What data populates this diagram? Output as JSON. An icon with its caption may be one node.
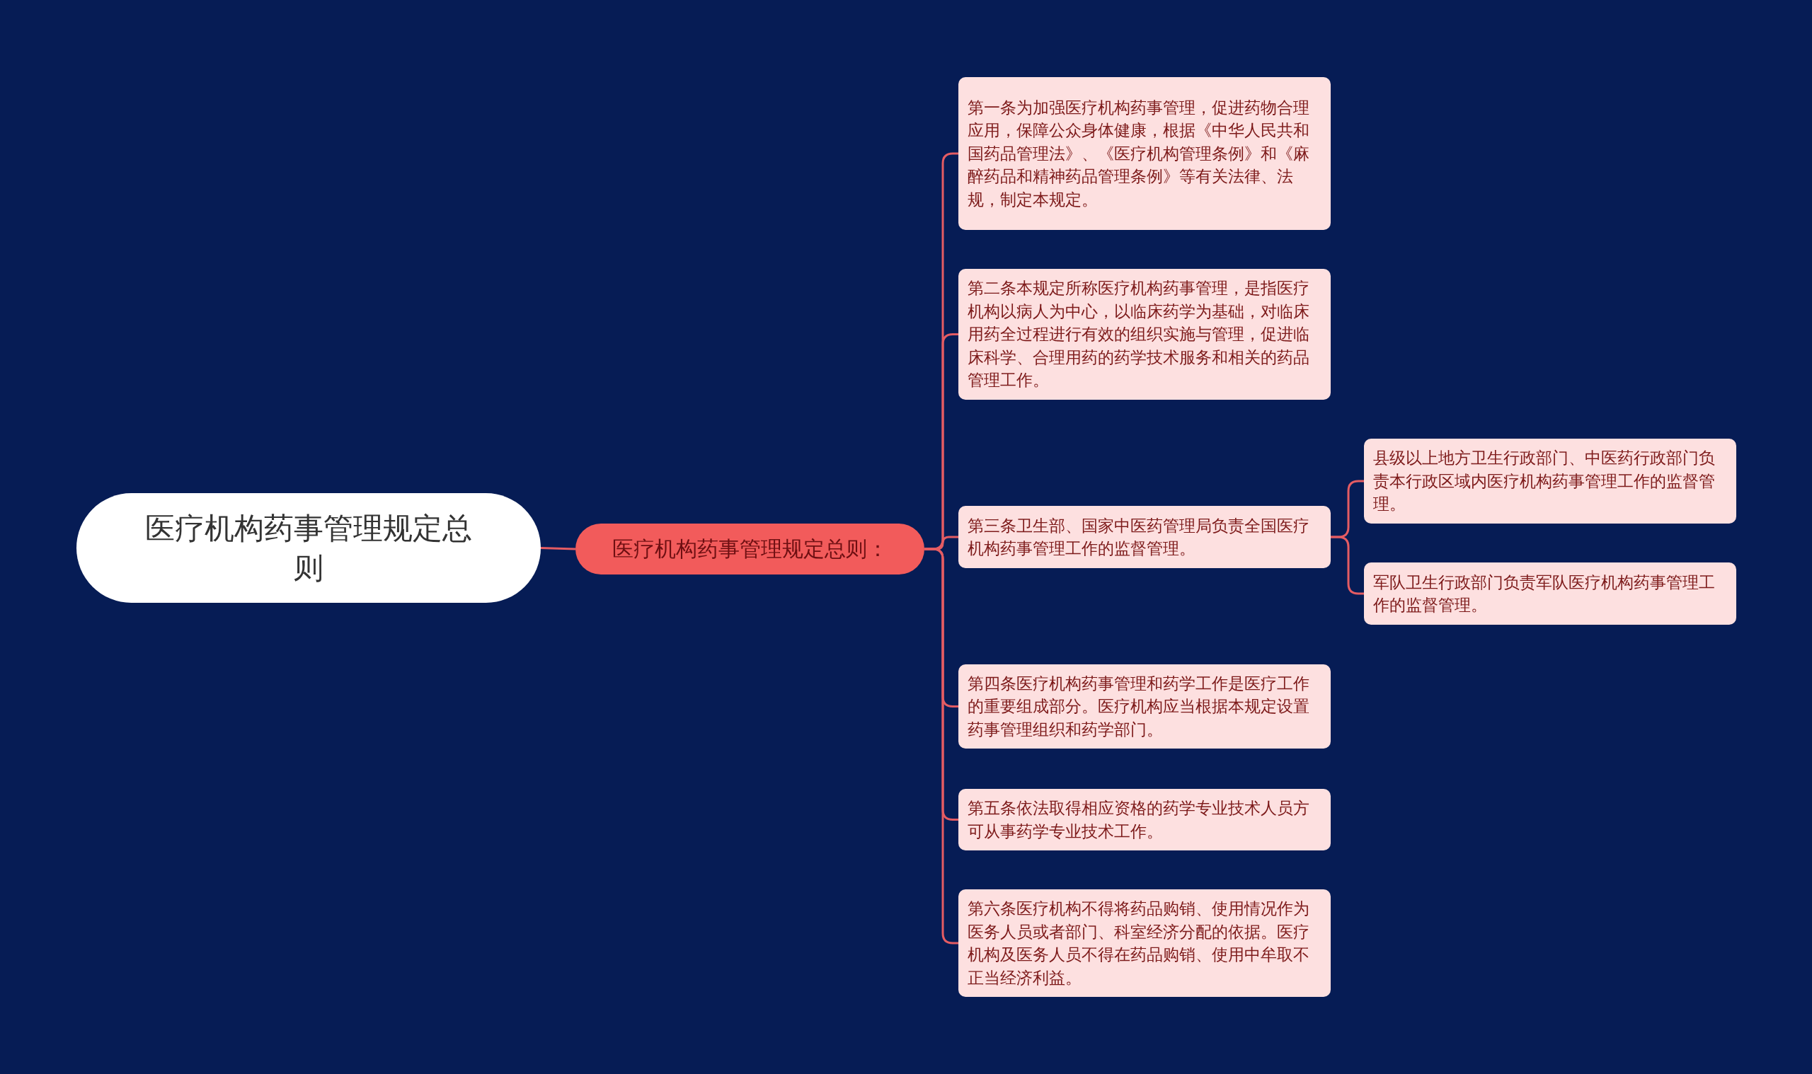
{
  "diagram": {
    "nodes": [
      {
        "text": [
          "医疗机构药事管理规定总则"
        ]
      },
      {
        "text": [
          "医疗机构药事管理规定总则："
        ]
      },
      {
        "text": [
          "第一条为加强医疗机构药事管理，促进药物合理应用，保障公众身体健康，根据《中华人民共和国药品管理法》、《医疗机构管理条例》和《麻醉药品和精神药品管理条例》等有关法律、法规，制定本规定。"
        ]
      },
      {
        "text": [
          "第二条本规定所称医疗机构药事管理，是指医疗机构以病人为中心，以临床药学为基础，对临床用药全过程进行有效的组织实施与管理，促进临床科学、合理用药的药学技术服务和相关的药品管理工作。"
        ]
      },
      {
        "text": [
          "第三条卫生部、国家中医药管理局负责全国医疗机构药事管理工作的监督管理。"
        ]
      },
      {
        "text": [
          "县级以上地方卫生行政部门、中医药行政部门负责本行政区域内医疗机构药事管理工作的监督管理。"
        ]
      },
      {
        "text": [
          "军队卫生行政部门负责军队医疗机构药事管理工作的监督管理。"
        ]
      },
      {
        "text": [
          "第四条医疗机构药事管理和药学工作是医疗工作的重要组成部分。医疗机构应当根据本规定设置药事管理组织和药学部门。"
        ]
      },
      {
        "text": [
          "第五条依法取得相应资格的药学专业技术人员方可从事药学专业技术工作。"
        ]
      },
      {
        "text": [
          "第六条医疗机构不得将药品购销、使用情况作为医务人员或者部门、科室经济分配的依据。医疗机构及医务人员不得在药品购销、使用中牟取不正当经济利益。"
        ]
      }
    ],
    "edges": [
      {
        "from": 0,
        "to": 1,
        "arrow": "none"
      },
      {
        "from": 1,
        "to": 2,
        "arrow": "none"
      },
      {
        "from": 1,
        "to": 3,
        "arrow": "none"
      },
      {
        "from": 1,
        "to": 4,
        "arrow": "none"
      },
      {
        "from": 4,
        "to": 5,
        "arrow": "none"
      },
      {
        "from": 4,
        "to": 6,
        "arrow": "none"
      },
      {
        "from": 1,
        "to": 7,
        "arrow": "none"
      },
      {
        "from": 1,
        "to": 8,
        "arrow": "none"
      },
      {
        "from": 1,
        "to": 9,
        "arrow": "none"
      }
    ]
  }
}
